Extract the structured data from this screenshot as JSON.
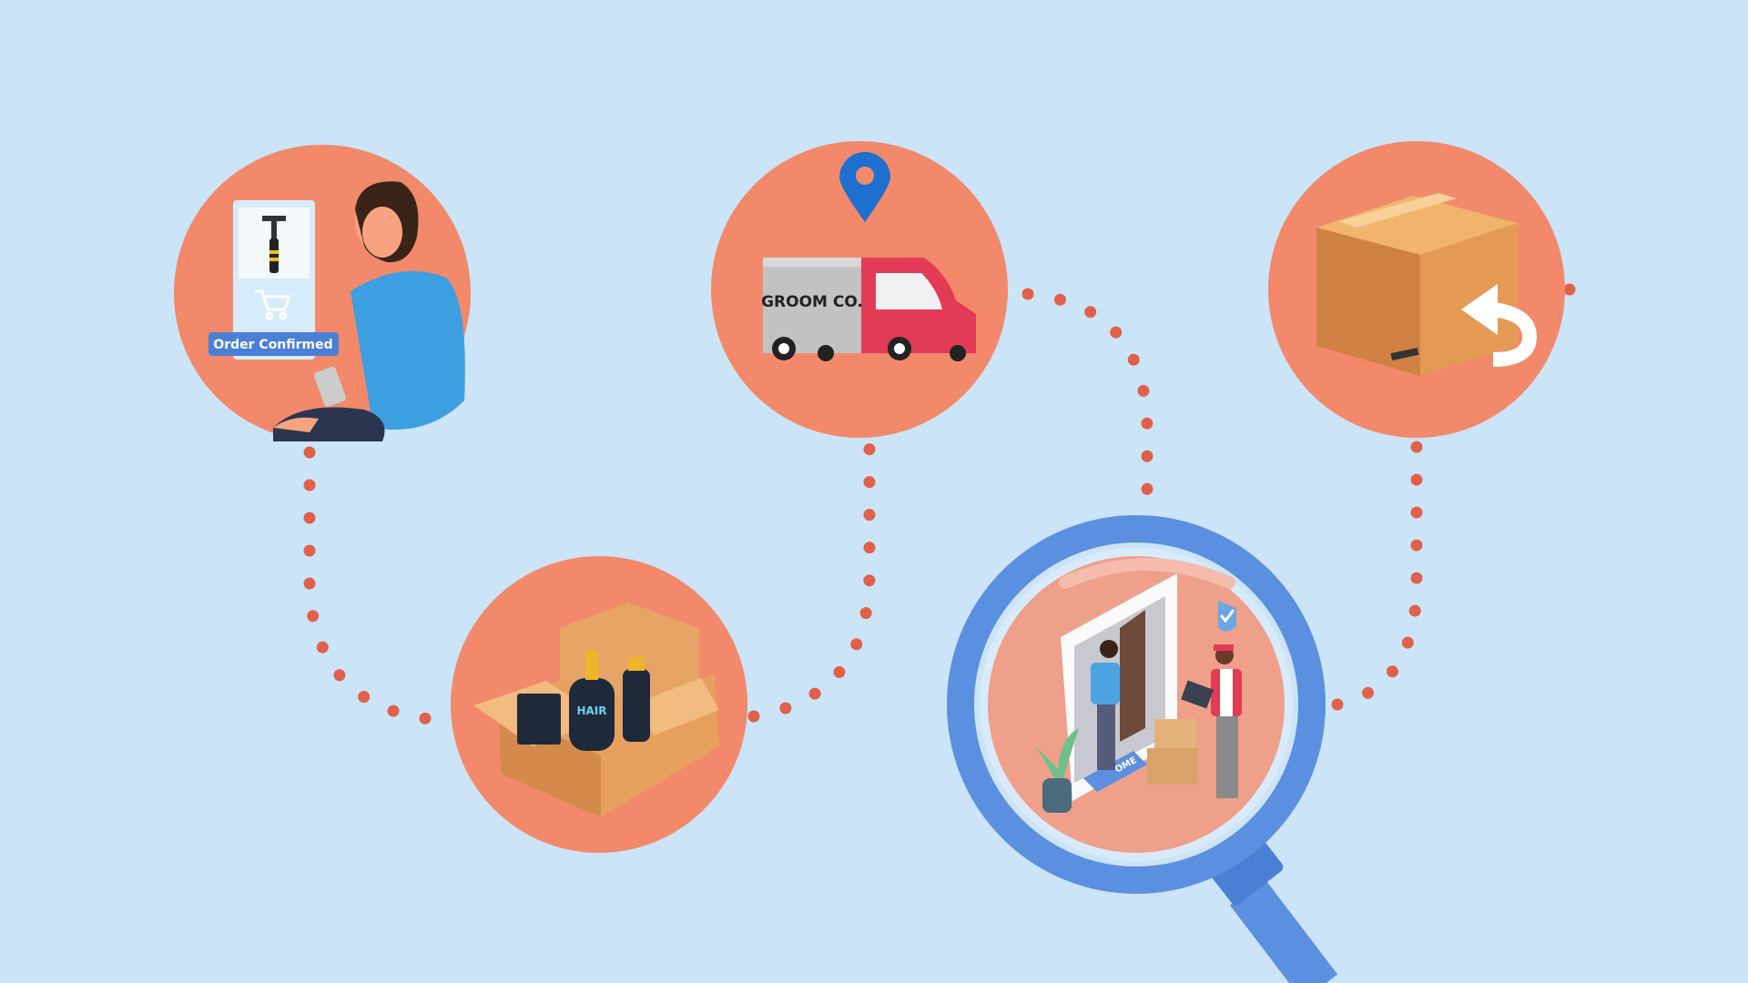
{
  "colors": {
    "background": "#cbe4f7",
    "circle": "#f2896b",
    "dots": "#e0614a",
    "magnifier": "#5b8fe0",
    "badge": "#4a7fd6",
    "truck_cab": "#e23b55",
    "pin": "#1f6fd1"
  },
  "steps": {
    "order": {
      "badge": "Order Confirmed",
      "icons": [
        "razor-icon",
        "cart-icon",
        "man-with-phone"
      ]
    },
    "shipping": {
      "truck_label": "GROOM CO.",
      "icons": [
        "location-pin-icon",
        "truck-icon"
      ]
    },
    "returns": {
      "icons": [
        "box-icon",
        "return-arrow-icon"
      ]
    },
    "packing": {
      "product_label": "HAIR",
      "icons": [
        "open-box-icon",
        "bottle-icon"
      ]
    },
    "delivery": {
      "mat_label": "OME",
      "icons": [
        "magnifier-icon",
        "door-icon",
        "courier-icon",
        "shield-check-icon"
      ]
    }
  }
}
